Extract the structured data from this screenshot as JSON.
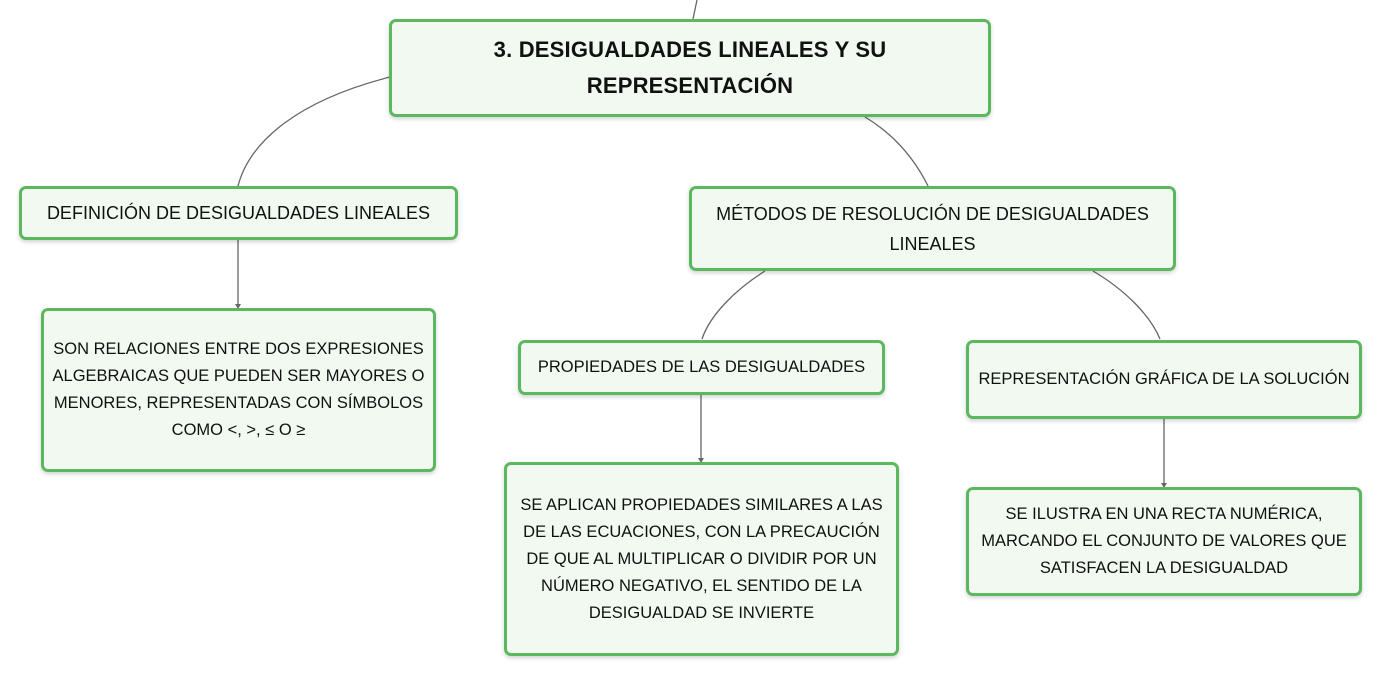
{
  "root": {
    "line1": "3. DESIGUALDADES LINEALES Y SU",
    "line2": "REPRESENTACIÓN"
  },
  "definicion": {
    "title": "DEFINICIÓN DE DESIGUALDADES LINEALES",
    "detail": "SON RELACIONES ENTRE DOS EXPRESIONES ALGEBRAICAS QUE PUEDEN SER MAYORES O MENORES, REPRESENTADAS CON SÍMBOLOS COMO <, >, ≤ O ≥"
  },
  "metodos": {
    "title": "MÉTODOS DE RESOLUCIÓN DE DESIGUALDADES LINEALES",
    "propiedades": {
      "title": "PROPIEDADES DE LAS DESIGUALDADES",
      "detail": "SE APLICAN PROPIEDADES SIMILARES A LAS DE LAS ECUACIONES, CON LA PRECAUCIÓN DE QUE AL MULTIPLICAR O DIVIDIR POR UN NÚMERO NEGATIVO, EL SENTIDO DE LA DESIGUALDAD SE INVIERTE"
    },
    "representacion": {
      "title": "REPRESENTACIÓN GRÁFICA DE LA SOLUCIÓN",
      "detail": "SE ILUSTRA EN UNA RECTA NUMÉRICA, MARCANDO EL CONJUNTO DE VALORES QUE SATISFACEN LA DESIGUALDAD"
    }
  },
  "colors": {
    "node_border": "#5cb85f",
    "node_fill": "#f1f9f1",
    "connector": "#666666"
  }
}
